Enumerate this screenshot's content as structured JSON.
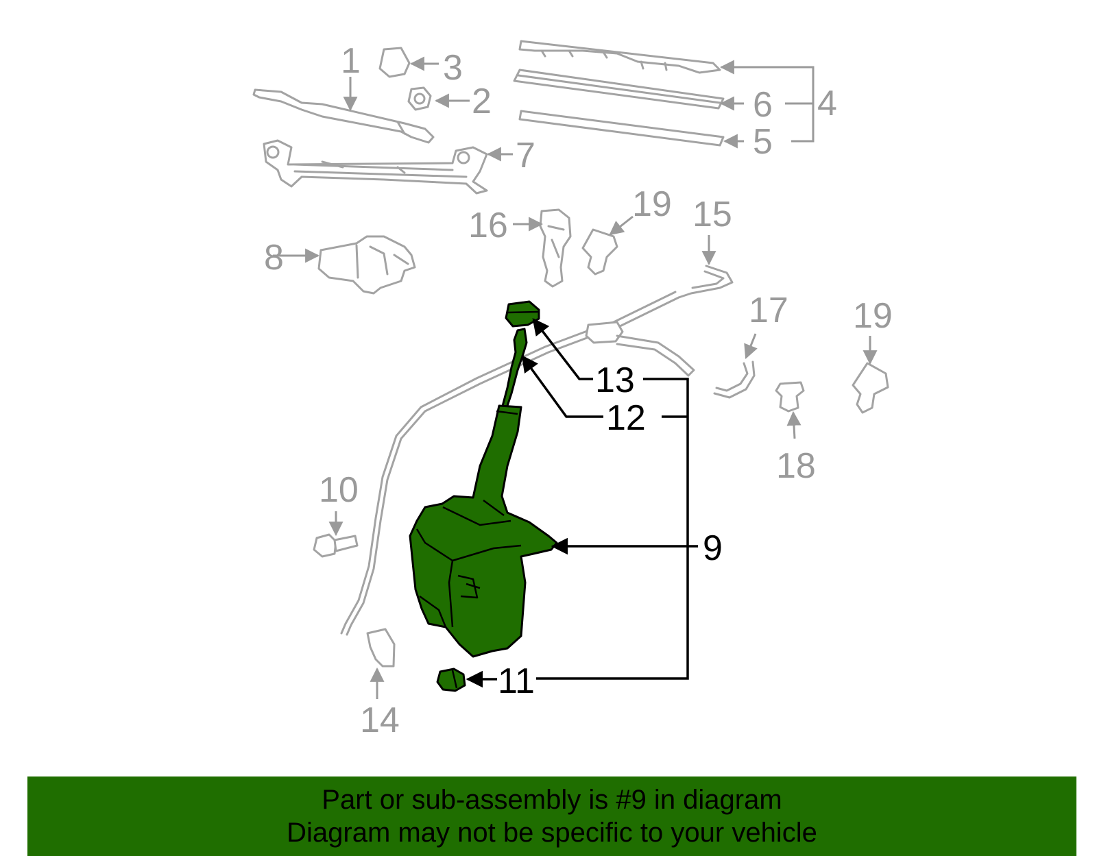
{
  "callouts": {
    "c1": "1",
    "c2": "2",
    "c3": "3",
    "c4": "4",
    "c5": "5",
    "c6": "6",
    "c7": "7",
    "c8": "8",
    "c9": "9",
    "c10": "10",
    "c11": "11",
    "c12": "12",
    "c13": "13",
    "c14": "14",
    "c15": "15",
    "c16": "16",
    "c17": "17",
    "c18": "18",
    "c19a": "19",
    "c19b": "19"
  },
  "highlight_color": "#1f6e00",
  "inactive_color": "#a3a3a3",
  "footer": {
    "line1": "Part or sub-assembly is #9 in diagram",
    "line2": "Diagram may not be specific to your vehicle"
  }
}
